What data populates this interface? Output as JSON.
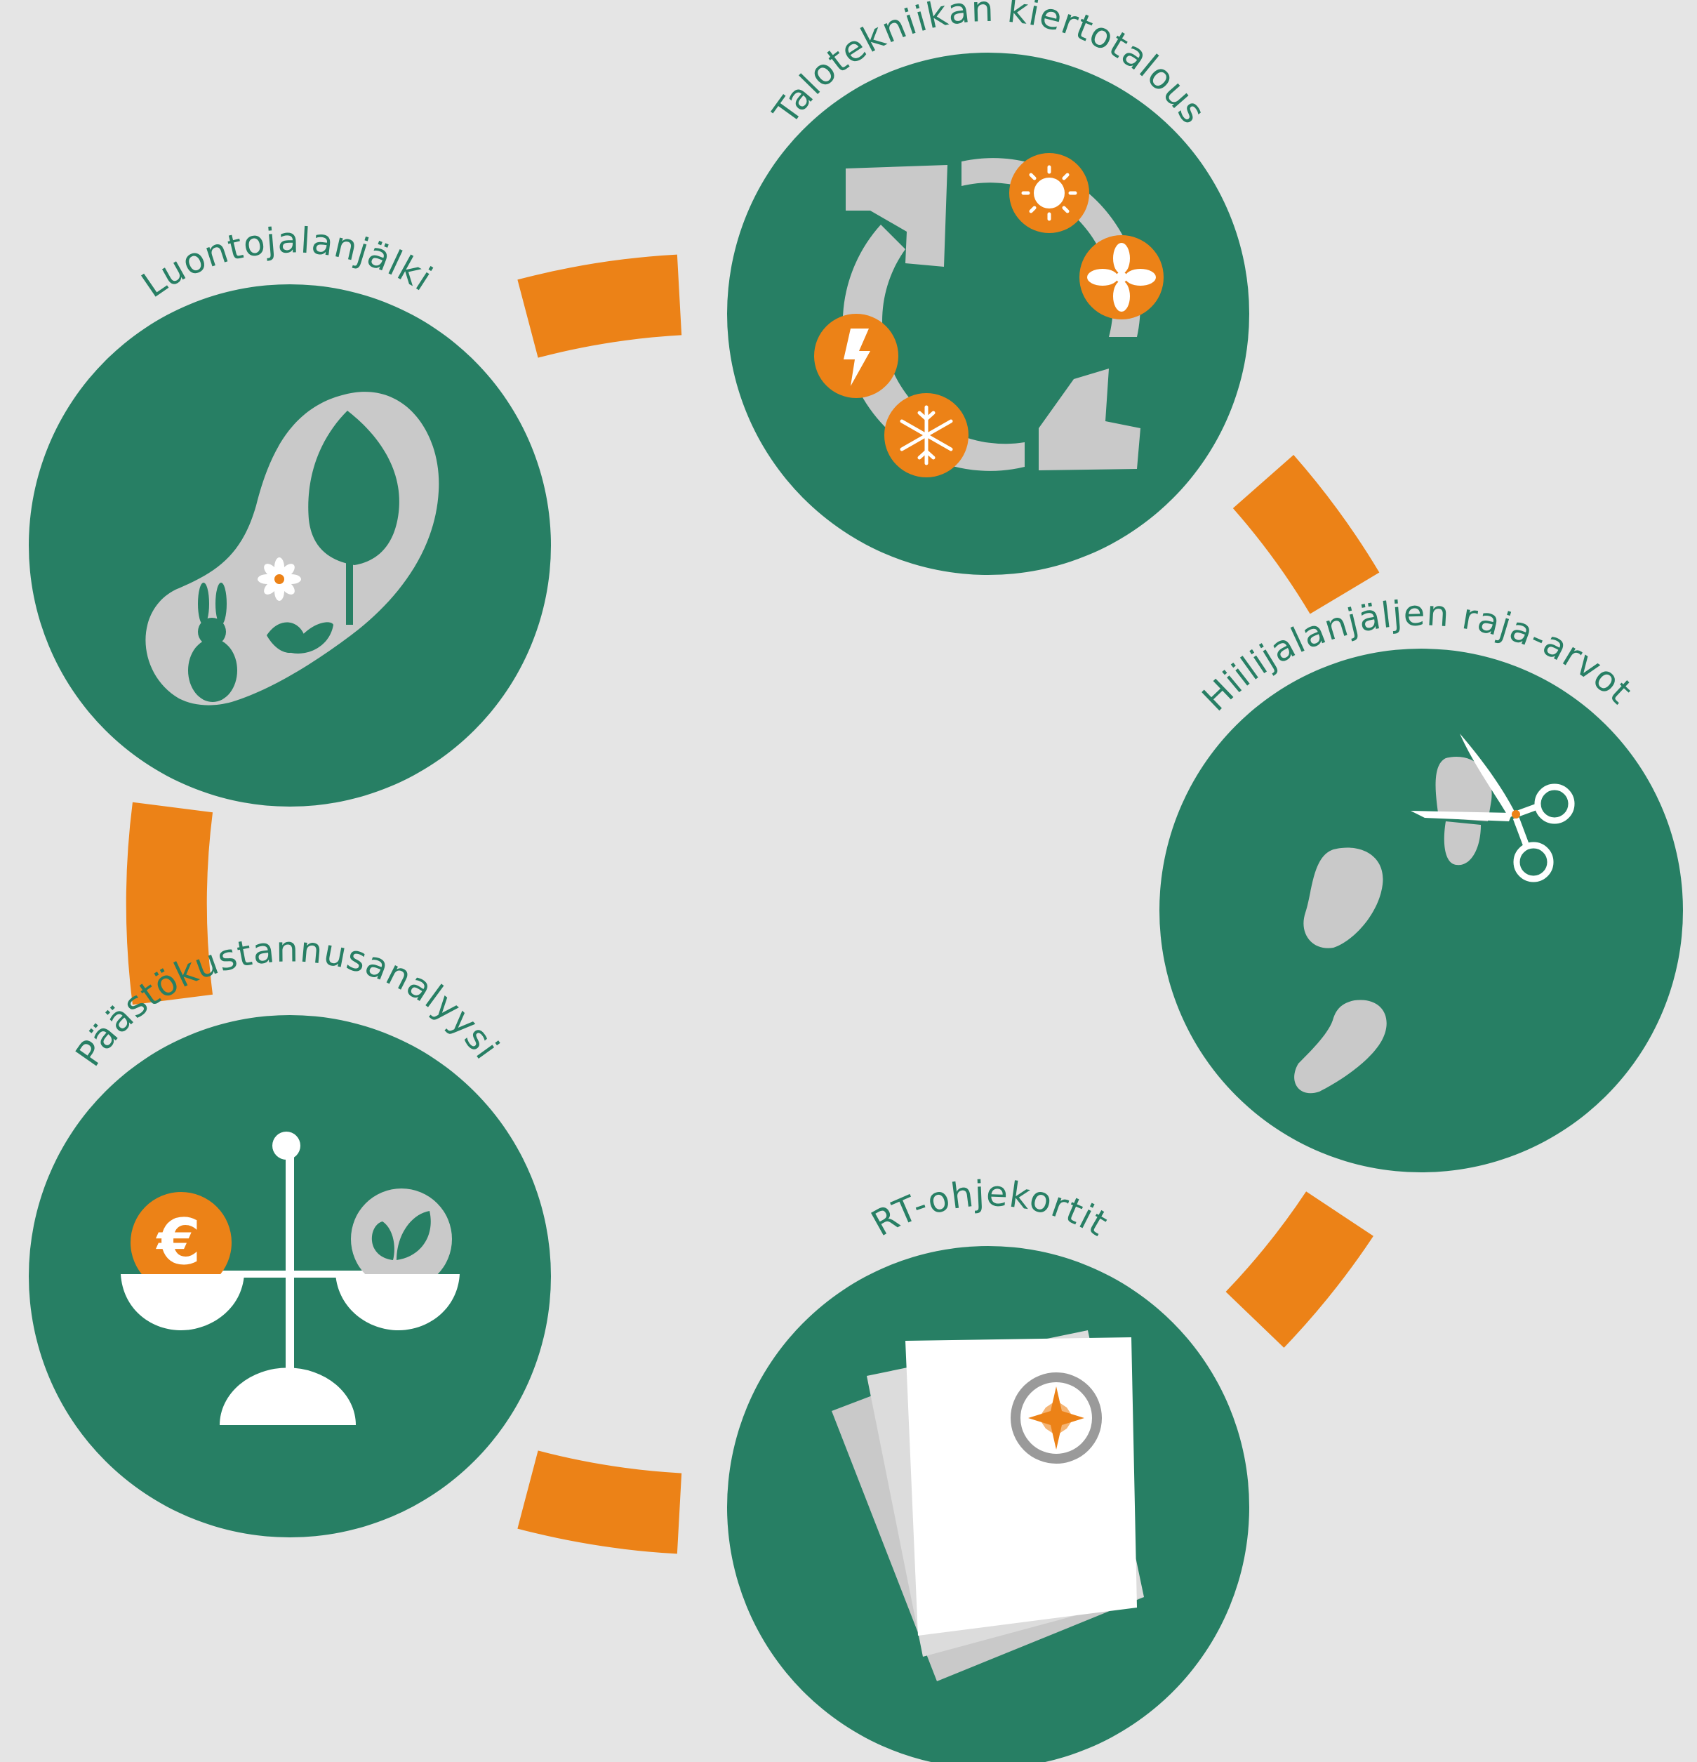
{
  "colors": {
    "background": "#e5e5e5",
    "circle_green": "#277f64",
    "accent_orange": "#ec8217",
    "icon_grey": "#c9c9c9",
    "white": "#ffffff"
  },
  "nodes": [
    {
      "id": "talotekniikka",
      "label": "Talotekniikan kiertotalous",
      "icon": "circular-arrows-energy-icon"
    },
    {
      "id": "hiilijalanjalki",
      "label": "Hiilijalanjäljen raja-arvot",
      "icon": "footprints-scissors-icon"
    },
    {
      "id": "rt-ohjekortit",
      "label": "RT-ohjekortit",
      "icon": "document-stack-compass-icon"
    },
    {
      "id": "paastokustannus",
      "label": "Päästökustannusanalyysi",
      "icon": "balance-scale-euro-leaf-icon"
    },
    {
      "id": "luontojalanjalki",
      "label": "Luontojalanjälki",
      "icon": "nature-footprint-tree-rabbit-icon"
    }
  ],
  "icons": {
    "euro_symbol": "€"
  }
}
